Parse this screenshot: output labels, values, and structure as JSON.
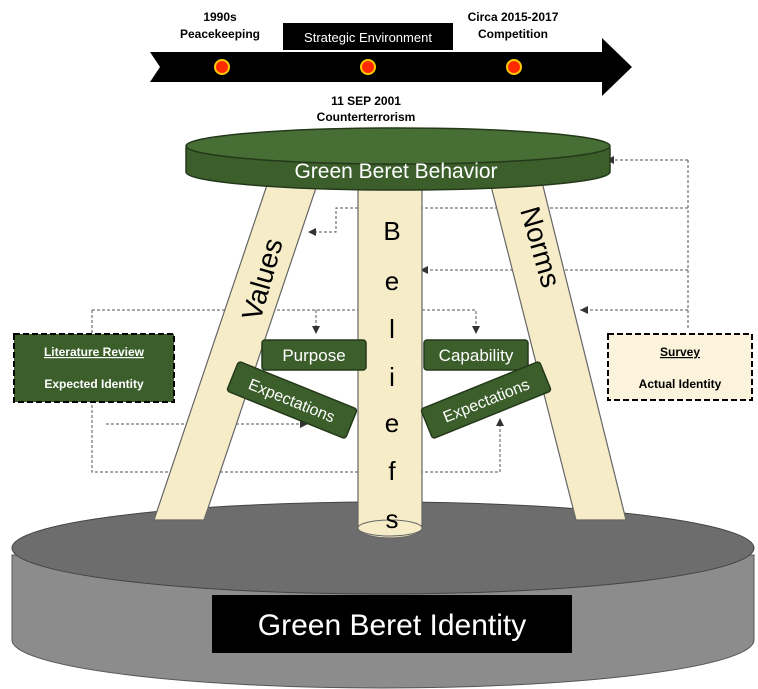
{
  "timeline": {
    "label_1990s_year": "1990s",
    "label_1990s_theme": "Peacekeeping",
    "banner": "Strategic Environment",
    "label_2015_year": "Circa 2015-2017",
    "label_2015_theme": "Competition",
    "label_2001_date": "11 SEP 2001",
    "label_2001_theme": "Counterterrorism",
    "dot_color": "#ff2a00",
    "arrow_color": "#000000"
  },
  "stool": {
    "seat_label": "Green Beret Behavior",
    "leg_left": "Values",
    "leg_middle_letters": [
      "B",
      "e",
      "l",
      "i",
      "e",
      "f",
      "s"
    ],
    "leg_right": "Norms",
    "brace_purpose": "Purpose",
    "brace_capability": "Capability",
    "brace_expectations_left": "Expectations",
    "brace_expectations_right": "Expectations",
    "green_color": "#3b5e2b",
    "leg_color": "#f6ecc8"
  },
  "left_box": {
    "title": "Literature Review",
    "subtitle": "Expected Identity",
    "bg_color": "#3b5e2b"
  },
  "right_box": {
    "title": "Survey",
    "subtitle": "Actual Identity",
    "bg_color": "#fbf3dc"
  },
  "base": {
    "label": "Green Beret Identity",
    "color": "#8c8c8c"
  }
}
